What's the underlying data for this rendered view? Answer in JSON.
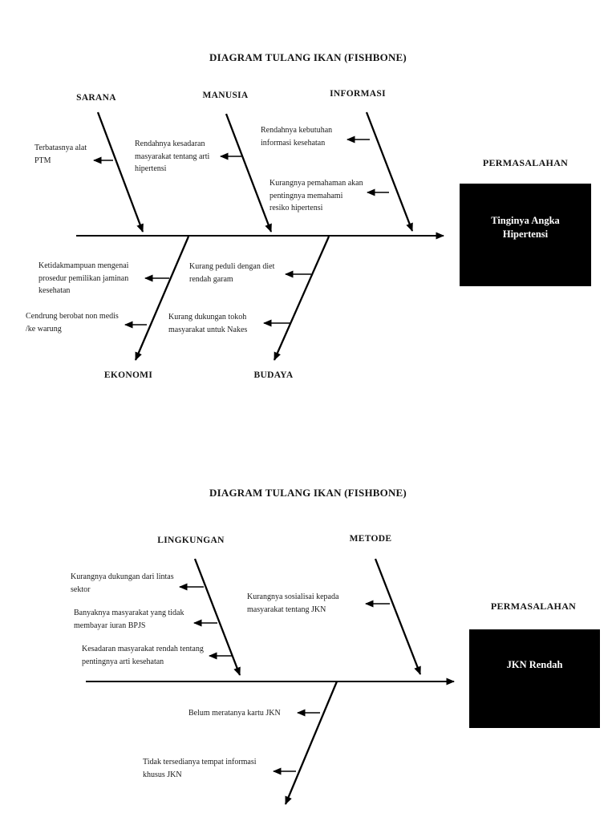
{
  "colors": {
    "ink": "#111111",
    "line": "#000000",
    "problem_box_bg": "#000000",
    "problem_box_text": "#ffffff"
  },
  "diagram1": {
    "title": "DIAGRAM TULANG IKAN (FISHBONE)",
    "problem_label": "PERMASALAHAN",
    "problem_text": "Tinginya Angka Hipertensi",
    "problem_lines": [
      "Tinginya Angka",
      "Hipertensi"
    ],
    "categories": {
      "sarana": "SARANA",
      "manusia": "MANUSIA",
      "informasi": "INFORMASI",
      "ekonomi": "EKONOMI",
      "budaya": "BUDAYA"
    },
    "causes": {
      "sarana_1": {
        "branch": "SARANA",
        "lines": [
          "Terbatasnya alat",
          "PTM"
        ]
      },
      "manusia_1": {
        "branch": "MANUSIA",
        "lines": [
          "Rendahnya kesadaran",
          "masyarakat tentang arti",
          "hipertensi"
        ]
      },
      "informasi_1": {
        "branch": "INFORMASI",
        "lines": [
          "Rendahnya kebutuhan",
          "informasi kesehatan"
        ]
      },
      "informasi_2": {
        "branch": "INFORMASI",
        "lines": [
          "Kurangnya pemahaman akan",
          "pentingnya memahami",
          "resiko hipertensi"
        ]
      },
      "ekonomi_1": {
        "branch": "EKONOMI",
        "lines": [
          "Ketidakmampuan mengenai",
          "prosedur pemilikan jaminan",
          "kesehatan"
        ]
      },
      "ekonomi_2": {
        "branch": "EKONOMI",
        "lines": [
          "Cendrung berobat non medis",
          "/ke warung"
        ]
      },
      "budaya_1": {
        "branch": "BUDAYA",
        "lines": [
          "Kurang peduli dengan diet",
          "rendah garam"
        ]
      },
      "budaya_2": {
        "branch": "BUDAYA",
        "lines": [
          "Kurang dukungan tokoh",
          "masyarakat untuk Nakes"
        ]
      }
    }
  },
  "diagram2": {
    "title": "DIAGRAM TULANG IKAN (FISHBONE)",
    "problem_label": "PERMASALAHAN",
    "problem_text": "JKN Rendah",
    "problem_lines": [
      "JKN Rendah"
    ],
    "categories": {
      "lingkungan": "LINGKUNGAN",
      "metode": "METODE"
    },
    "causes": {
      "lingkungan_1": {
        "branch": "LINGKUNGAN",
        "lines": [
          "Kurangnya dukungan dari lintas",
          "sektor"
        ]
      },
      "lingkungan_2": {
        "branch": "LINGKUNGAN",
        "lines": [
          "Banyaknya masyarakat yang tidak",
          "membayar iuran BPJS"
        ]
      },
      "lingkungan_3": {
        "branch": "LINGKUNGAN",
        "lines": [
          "Kesadaran masyarakat rendah tentang",
          "pentingnya arti kesehatan"
        ]
      },
      "metode_1": {
        "branch": "METODE",
        "lines": [
          "Kurangnya sosialisai kepada",
          "masyarakat tentang JKN"
        ]
      },
      "bottom_1": {
        "branch": "",
        "lines": [
          "Belum meratanya kartu JKN"
        ]
      },
      "bottom_2": {
        "branch": "",
        "lines": [
          "Tidak tersedianya tempat informasi",
          "khusus JKN"
        ]
      }
    }
  }
}
